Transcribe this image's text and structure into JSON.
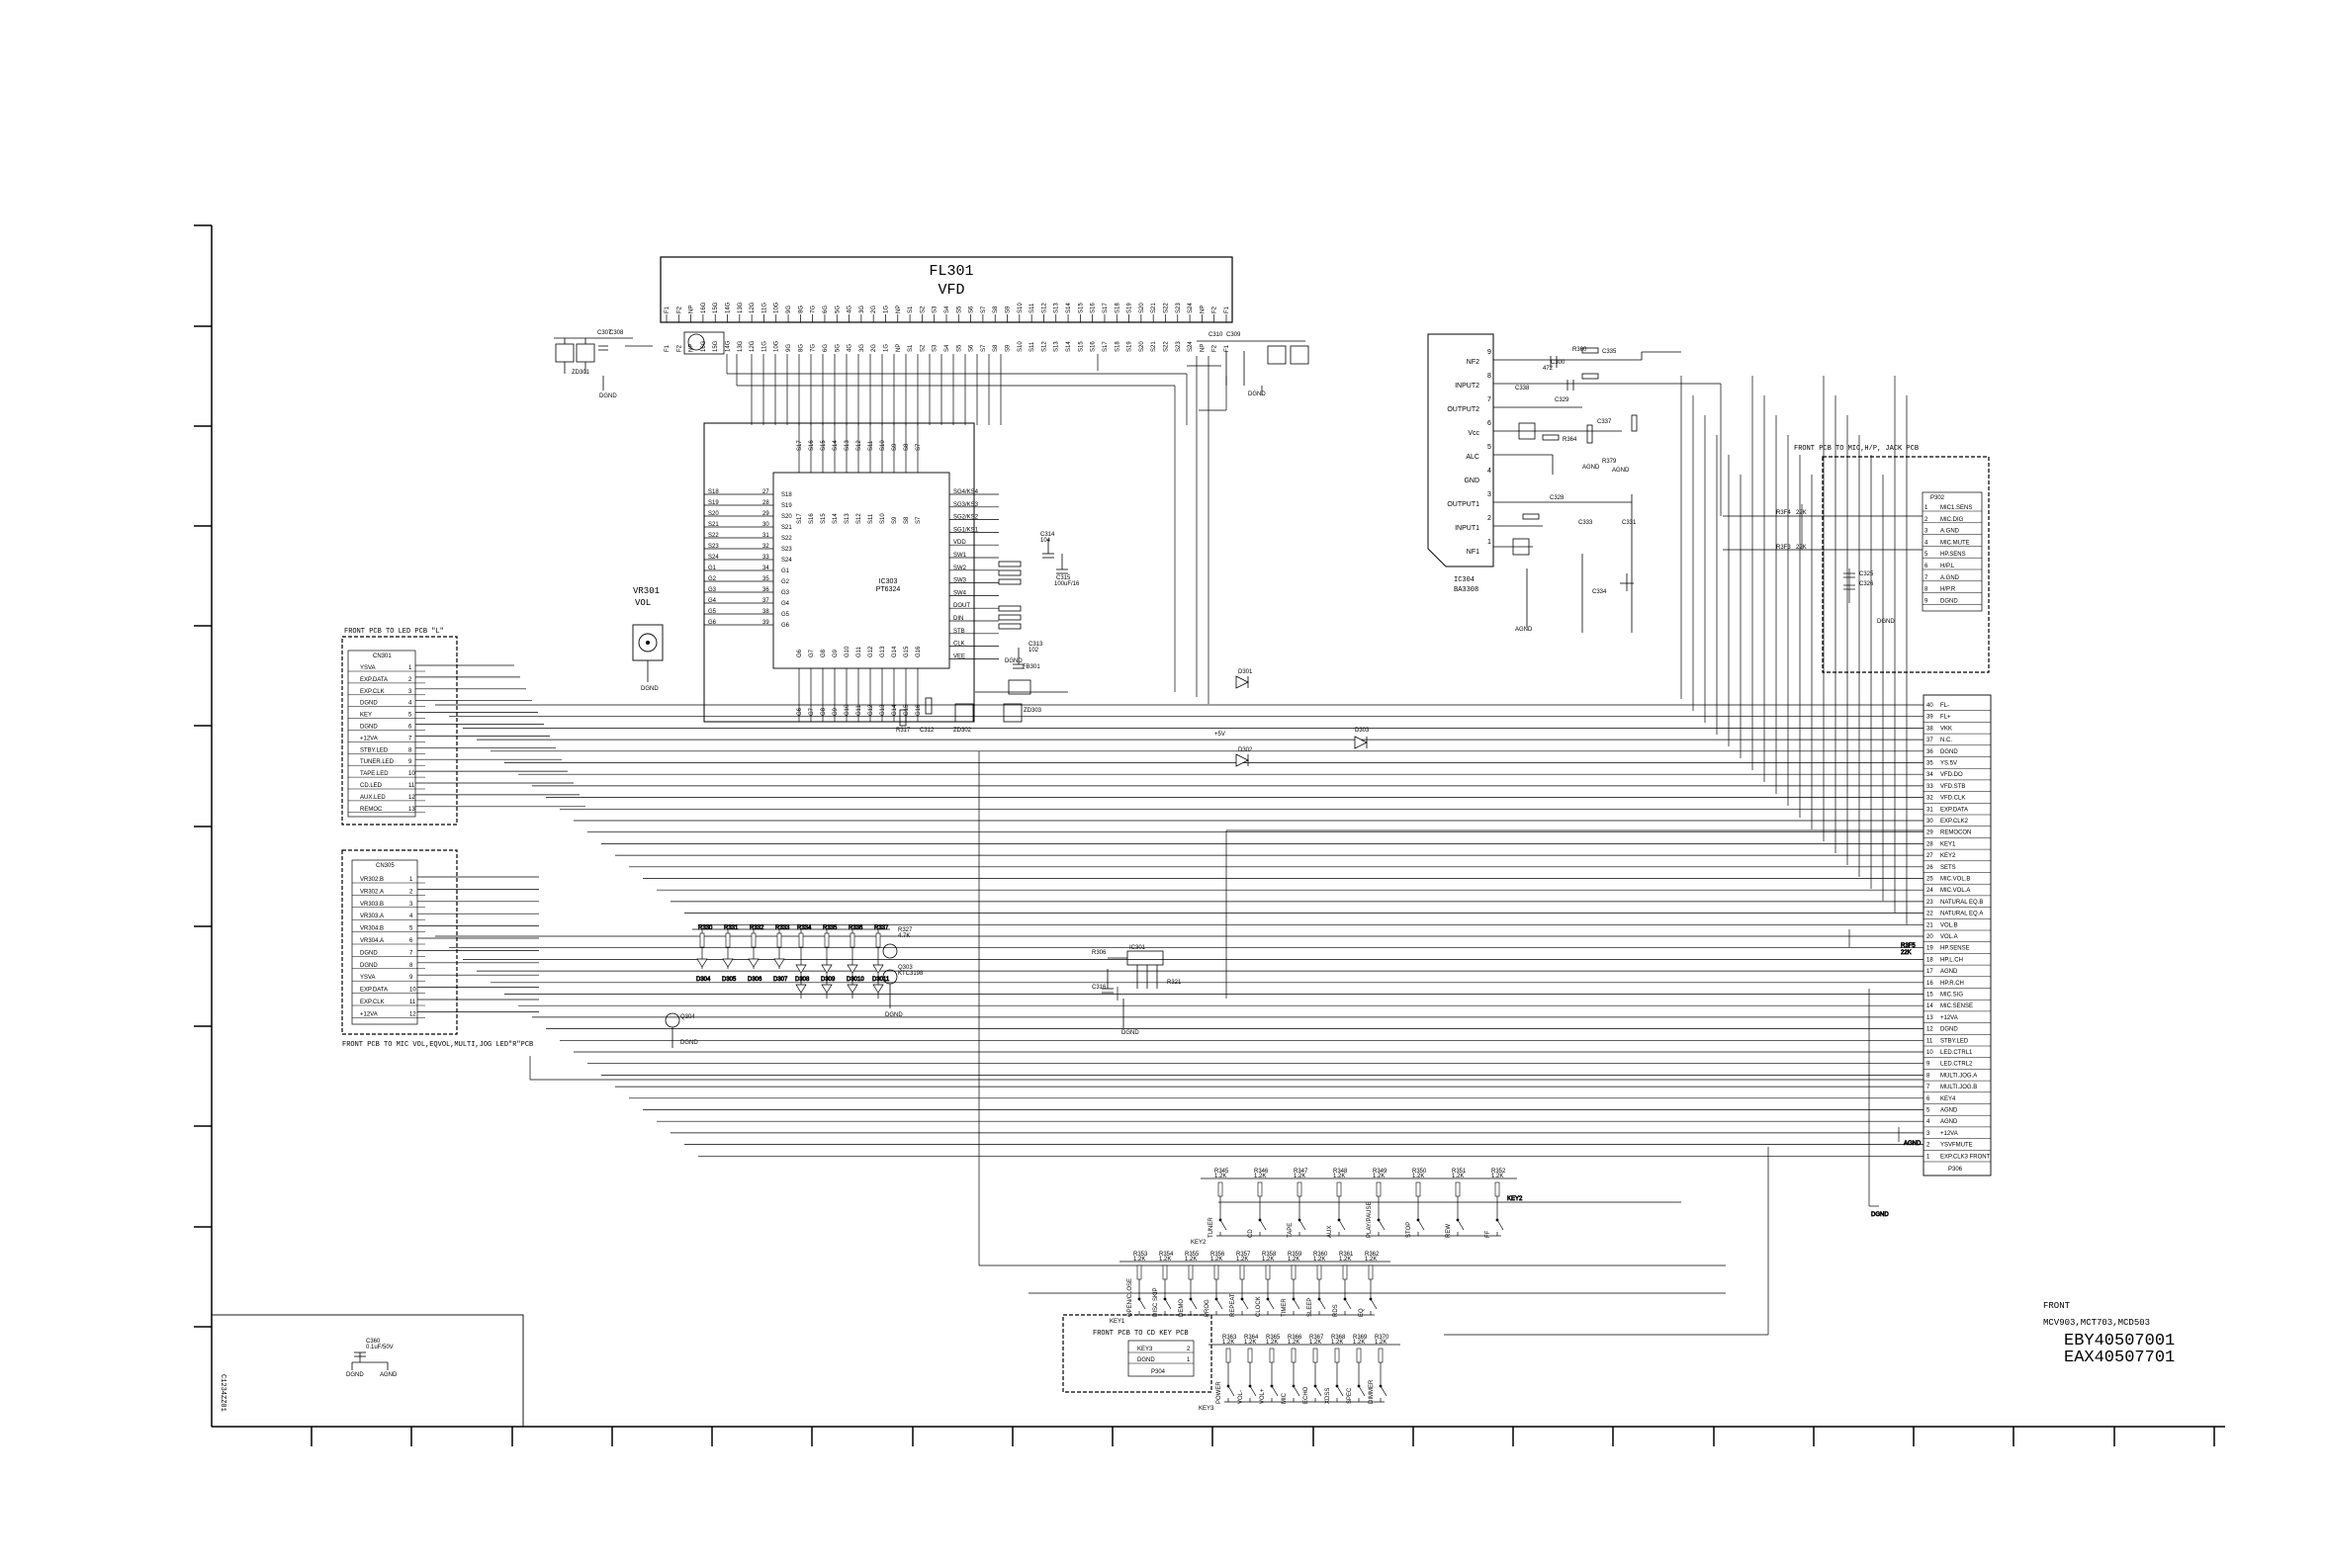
{
  "vfd": {
    "ref": "FL301",
    "type": "VFD"
  },
  "ic_main": {
    "ref": "IC303",
    "part": "PT6324"
  },
  "ic_amp": {
    "ref": "IC304",
    "part": "BA3308",
    "pins": [
      {
        "num": "9",
        "name": "NF2"
      },
      {
        "num": "8",
        "name": "INPUT2"
      },
      {
        "num": "7",
        "name": "OUTPUT2"
      },
      {
        "num": "6",
        "name": "Vcc"
      },
      {
        "num": "5",
        "name": "ALC"
      },
      {
        "num": "4",
        "name": "GND"
      },
      {
        "num": "3",
        "name": "OUTPUT1"
      },
      {
        "num": "2",
        "name": "INPUT1"
      },
      {
        "num": "1",
        "name": "NF1"
      }
    ]
  },
  "volume": {
    "ref": "VR301",
    "label": "VOL"
  },
  "led_connector": {
    "title": "FRONT PCB TO LED PCB \"L\"",
    "ref": "CN301",
    "rows": [
      {
        "name": "YSVA",
        "pin": "1"
      },
      {
        "name": "EXP.DATA",
        "pin": "2"
      },
      {
        "name": "EXP.CLK",
        "pin": "3"
      },
      {
        "name": "DGND",
        "pin": "4"
      },
      {
        "name": "KEY",
        "pin": "5"
      },
      {
        "name": "DGND",
        "pin": "6"
      },
      {
        "name": "+12VA",
        "pin": "7"
      },
      {
        "name": "STBY.LED",
        "pin": "8"
      },
      {
        "name": "TUNER.LED",
        "pin": "9"
      },
      {
        "name": "TAPE.LED",
        "pin": "10"
      },
      {
        "name": "CD.LED",
        "pin": "11"
      },
      {
        "name": "AUX.LED",
        "pin": "12"
      },
      {
        "name": "REMOC",
        "pin": "13"
      }
    ]
  },
  "mic_connector": {
    "title": "FRONT PCB TO MIC VOL,EQVOL,MULTI,JOG LED\"R\"PCB",
    "ref": "CN305",
    "rows": [
      {
        "name": "VR302.B",
        "pin": "1"
      },
      {
        "name": "VR302.A",
        "pin": "2"
      },
      {
        "name": "VR303.B",
        "pin": "3"
      },
      {
        "name": "VR303.A",
        "pin": "4"
      },
      {
        "name": "VR304.B",
        "pin": "5"
      },
      {
        "name": "VR304.A",
        "pin": "6"
      },
      {
        "name": "DGND",
        "pin": "7"
      },
      {
        "name": "DGND",
        "pin": "8"
      },
      {
        "name": "YSVA",
        "pin": "9"
      },
      {
        "name": "EXP.DATA",
        "pin": "10"
      },
      {
        "name": "EXP.CLK",
        "pin": "11"
      },
      {
        "name": "+12VA",
        "pin": "12"
      }
    ]
  },
  "jack_connector": {
    "title": "FRONT PCB TO MIC,H/P, JACK PCB",
    "ref": "P302",
    "rows": [
      {
        "pin": "1",
        "name": "MIC1.SENS"
      },
      {
        "name": "MIC.DIG",
        "pin": "2"
      },
      {
        "name": "A.GND",
        "pin": "3"
      },
      {
        "name": "MIC.MUTE",
        "pin": "4"
      },
      {
        "name": "HP.SENS",
        "pin": "5"
      },
      {
        "name": "H/P.L",
        "pin": "6"
      },
      {
        "name": "A.GND",
        "pin": "7"
      },
      {
        "name": "H/P.R",
        "pin": "8"
      },
      {
        "name": "DGND",
        "pin": "9"
      }
    ]
  },
  "main_connector": {
    "ref": "P306",
    "rows": [
      {
        "pin": "40",
        "name": "FL-"
      },
      {
        "pin": "39",
        "name": "FL+"
      },
      {
        "pin": "38",
        "name": "VKK"
      },
      {
        "pin": "37",
        "name": "N.C."
      },
      {
        "pin": "36",
        "name": "DGND"
      },
      {
        "pin": "35",
        "name": "YS.5V"
      },
      {
        "pin": "34",
        "name": "VFD.DO"
      },
      {
        "pin": "33",
        "name": "VFD.STB"
      },
      {
        "pin": "32",
        "name": "VFD.CLK"
      },
      {
        "pin": "31",
        "name": "EXP.DATA"
      },
      {
        "pin": "30",
        "name": "EXP.CLK2"
      },
      {
        "pin": "29",
        "name": "REMOCON"
      },
      {
        "pin": "28",
        "name": "KEY1"
      },
      {
        "pin": "27",
        "name": "KEY2"
      },
      {
        "pin": "26",
        "name": "SETS"
      },
      {
        "pin": "25",
        "name": "MIC.VOL.B"
      },
      {
        "pin": "24",
        "name": "MIC.VOL.A"
      },
      {
        "pin": "23",
        "name": "NATURAL EQ.B"
      },
      {
        "pin": "22",
        "name": "NATURAL EQ.A"
      },
      {
        "pin": "21",
        "name": "VOL.B"
      },
      {
        "pin": "20",
        "name": "VOL.A"
      },
      {
        "pin": "19",
        "name": "HP.SENSE"
      },
      {
        "pin": "18",
        "name": "HP.L.CH"
      },
      {
        "pin": "17",
        "name": "AGND"
      },
      {
        "pin": "16",
        "name": "HP.R.CH"
      },
      {
        "pin": "15",
        "name": "MIC.SIG"
      },
      {
        "pin": "14",
        "name": "MIC.SENSE"
      },
      {
        "pin": "13",
        "name": "+12VA"
      },
      {
        "pin": "12",
        "name": "DGND"
      },
      {
        "pin": "11",
        "name": "STBY.LED"
      },
      {
        "pin": "10",
        "name": "LED.CTRL1"
      },
      {
        "pin": "9",
        "name": "LED.CTRL2"
      },
      {
        "pin": "8",
        "name": "MULTI.JOG.A"
      },
      {
        "pin": "7",
        "name": "MULTI.JOG.B"
      },
      {
        "pin": "6",
        "name": "KEY4"
      },
      {
        "pin": "5",
        "name": "AGND"
      },
      {
        "pin": "4",
        "name": "AGND"
      },
      {
        "pin": "3",
        "name": "+12VA"
      },
      {
        "pin": "2",
        "name": "YSVFMUTE"
      },
      {
        "pin": "1",
        "name": "EXP.CLK3 FRONT"
      }
    ]
  },
  "cd_key_connector": {
    "title": "FRONT PCB TO CD KEY PCB",
    "ref": "P304",
    "rows": [
      {
        "name": "KEY3",
        "pin": "2"
      },
      {
        "name": "DGND",
        "pin": "1"
      }
    ]
  },
  "ic303_pins_left": [
    "S18",
    "S19",
    "S20",
    "S21",
    "S22",
    "S23",
    "S24",
    "G1",
    "G2",
    "G3",
    "G4",
    "G5",
    "G6"
  ],
  "ic303_pins_top": [
    "S17",
    "S16",
    "S15",
    "S14",
    "S13",
    "S12",
    "S11",
    "S10",
    "S9",
    "S8",
    "S7"
  ],
  "ic303_pins_right": [
    "SG4/KS4",
    "SG3/KS3",
    "SG2/KS2",
    "SG1/KS1",
    "VDD",
    "SW1",
    "SW2",
    "SW3",
    "SW4",
    "DOUT",
    "DIN",
    "STB",
    "CLK",
    "VEE"
  ],
  "ic303_pins_bottom": [
    "G6",
    "G7",
    "G8",
    "G9",
    "G10",
    "G11",
    "G12",
    "G13",
    "G14",
    "G15",
    "G16"
  ],
  "vfd_pins": [
    "F1",
    "F2",
    "NP",
    "16G",
    "15G",
    "14G",
    "13G",
    "12G",
    "11G",
    "10G",
    "9G",
    "8G",
    "7G",
    "6G",
    "5G",
    "4G",
    "3G",
    "2G",
    "1G",
    "NP",
    "S1",
    "S2",
    "S3",
    "S4",
    "S5",
    "S6",
    "S7",
    "S8",
    "S9",
    "S10",
    "S11",
    "S12",
    "S13",
    "S14",
    "S15",
    "S16",
    "S17",
    "S18",
    "S19",
    "S20",
    "S21",
    "S22",
    "S23",
    "S24",
    "NP",
    "F2",
    "F1"
  ],
  "bottom_left_box": {
    "label": "0.1uF/50V",
    "cap": "C360"
  },
  "net_labels": [
    "AGND",
    "DGND",
    "EXP.DATA",
    "+5V",
    "KEY1",
    "KEY2",
    "KEY3",
    "KEY4"
  ],
  "switch_row1": {
    "resistors": [
      "R345",
      "R346",
      "R347",
      "R348",
      "R349",
      "R350",
      "R351",
      "R352"
    ],
    "labels": [
      "TUNER",
      "CD",
      "TAPE",
      "AUX",
      "PLAY/PAUSE",
      "STOP",
      "REW",
      "FF"
    ],
    "net": "KEY2"
  },
  "switch_row2": {
    "resistors": [
      "R353",
      "R354",
      "R355",
      "R356",
      "R357",
      "R358",
      "R359",
      "R360",
      "R361",
      "R362"
    ],
    "labels": [
      "OPEN/CLOSE",
      "DISC SKIP",
      "DEMO",
      "PROG",
      "REPEAT",
      "CLOCK",
      "TIMER",
      "SLEEP",
      "RDS",
      "EQ"
    ],
    "net": "KEY1"
  },
  "switch_row3": {
    "resistors": [
      "R363",
      "R364",
      "R365",
      "R366",
      "R367",
      "R368",
      "R369",
      "R370"
    ],
    "labels": [
      "POWER",
      "VOL-",
      "VOL+",
      "MIC",
      "ECHO",
      "XDSS",
      "SPEC",
      "DIMMER"
    ],
    "net": "KEY3"
  },
  "titleblock": {
    "line1": "FRONT",
    "line2": "MCV903,MCT703,MCD503",
    "line3": "EBY40507001",
    "line4": "EAX40507701"
  },
  "rotated_label": "C1234ZZ01"
}
